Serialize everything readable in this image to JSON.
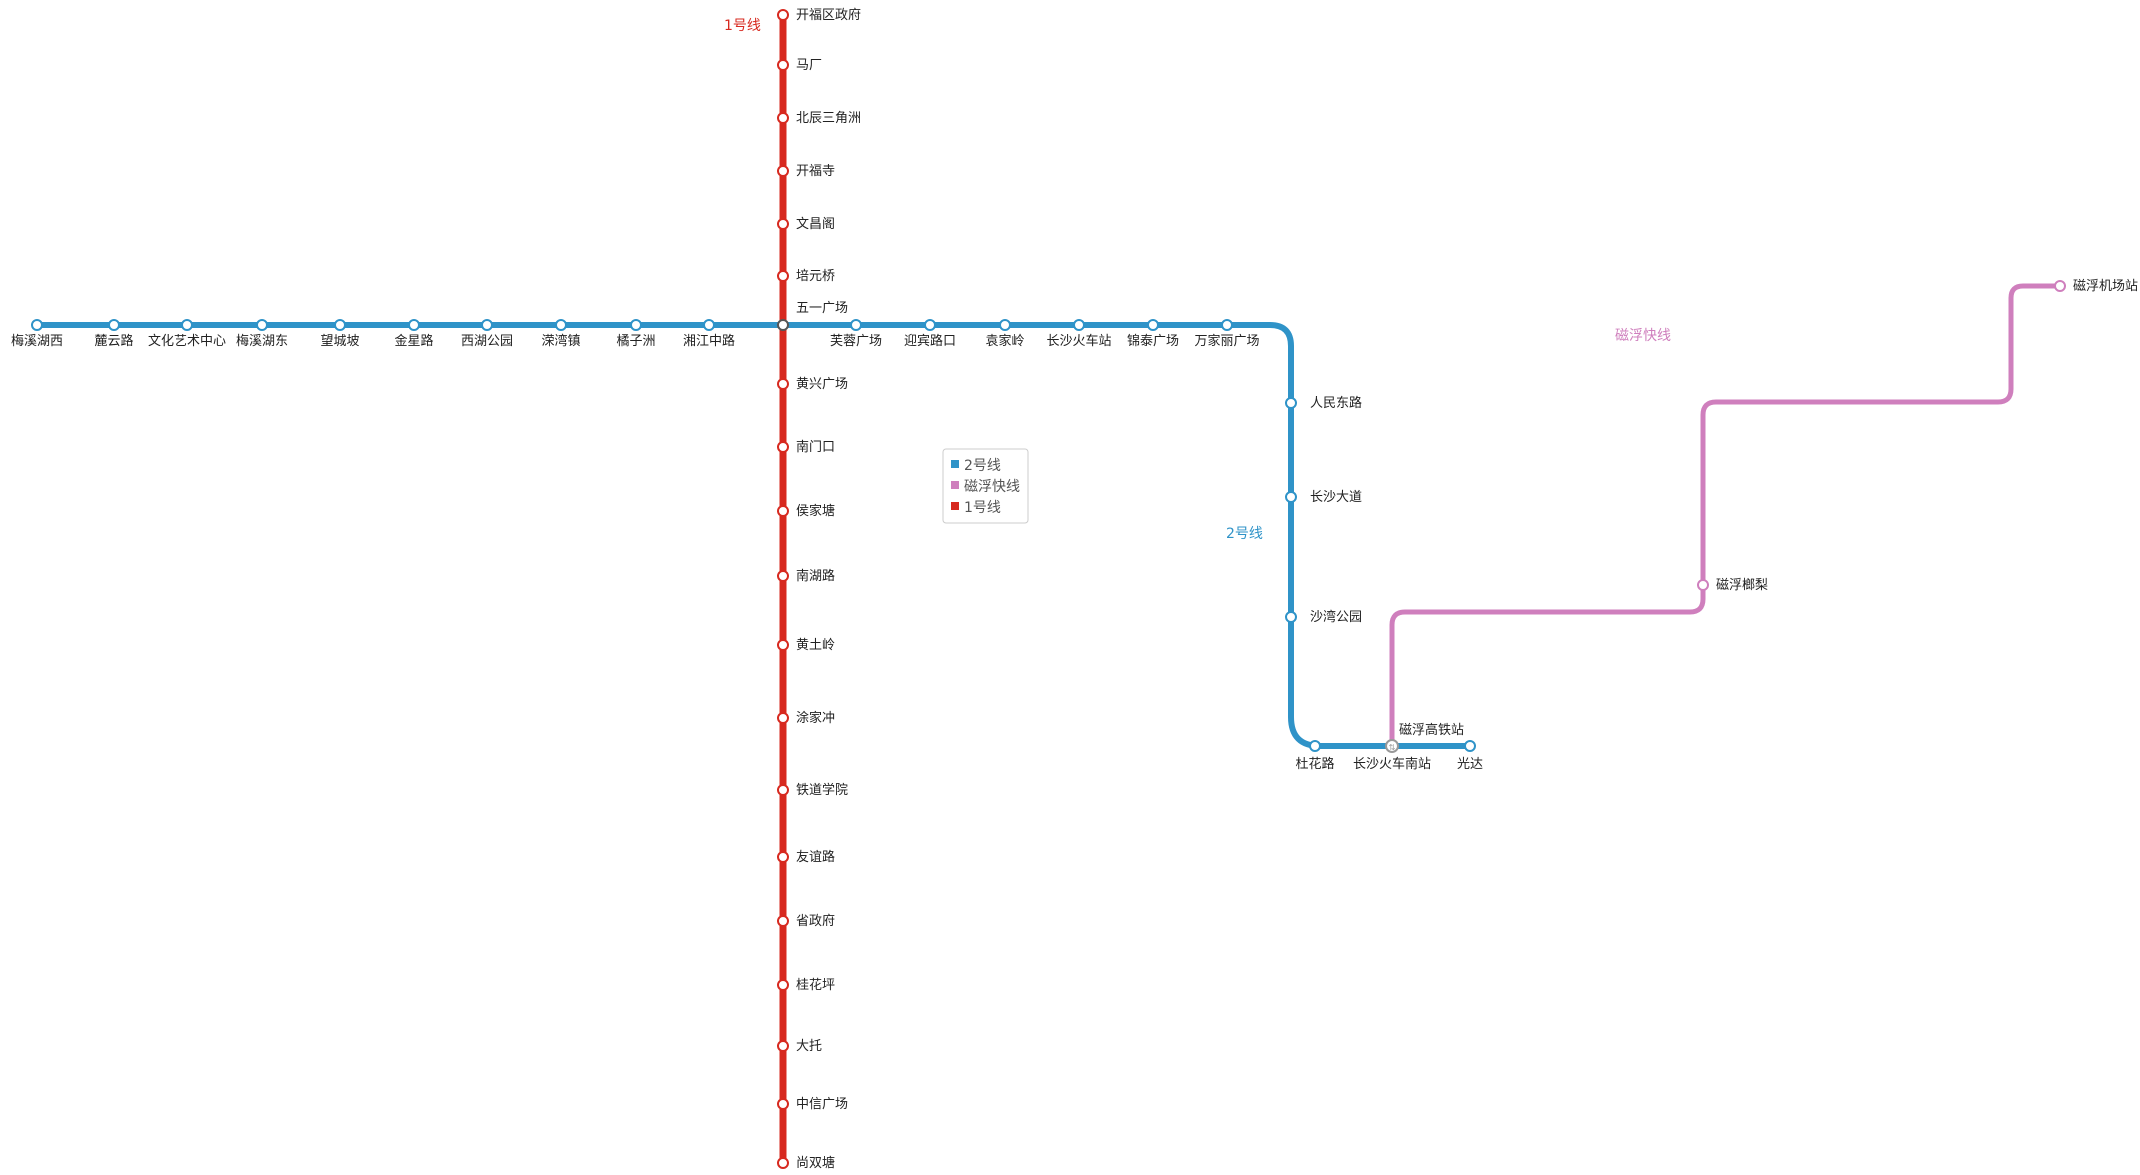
{
  "colors": {
    "line1": "#d7291f",
    "line2": "#2f93c8",
    "maglev": "#cf7fbd",
    "station_fill": "#ffffff"
  },
  "line_labels": {
    "line1": "1号线",
    "line2": "2号线",
    "maglev": "磁浮快线"
  },
  "legend": {
    "items": [
      {
        "label": "2号线",
        "color": "#2f93c8"
      },
      {
        "label": "磁浮快线",
        "color": "#cf7fbd"
      },
      {
        "label": "1号线",
        "color": "#d7291f"
      }
    ]
  },
  "stations": {
    "line1": [
      "开福区政府",
      "马厂",
      "北辰三角洲",
      "开福寺",
      "文昌阁",
      "培元桥",
      "五一广场",
      "黄兴广场",
      "南门口",
      "侯家塘",
      "南湖路",
      "黄土岭",
      "涂家冲",
      "铁道学院",
      "友谊路",
      "省政府",
      "桂花坪",
      "大托",
      "中信广场",
      "尚双塘"
    ],
    "line2": [
      "梅溪湖西",
      "麓云路",
      "文化艺术中心",
      "梅溪湖东",
      "望城坡",
      "金星路",
      "西湖公园",
      "溁湾镇",
      "橘子洲",
      "湘江中路",
      "五一广场",
      "芙蓉广场",
      "迎宾路口",
      "袁家岭",
      "长沙火车站",
      "锦泰广场",
      "万家丽广场",
      "人民东路",
      "长沙大道",
      "沙湾公园",
      "杜花路",
      "长沙火车南站",
      "光达"
    ],
    "maglev": [
      "磁浮高铁站",
      "磁浮榔梨",
      "磁浮机场站"
    ]
  }
}
